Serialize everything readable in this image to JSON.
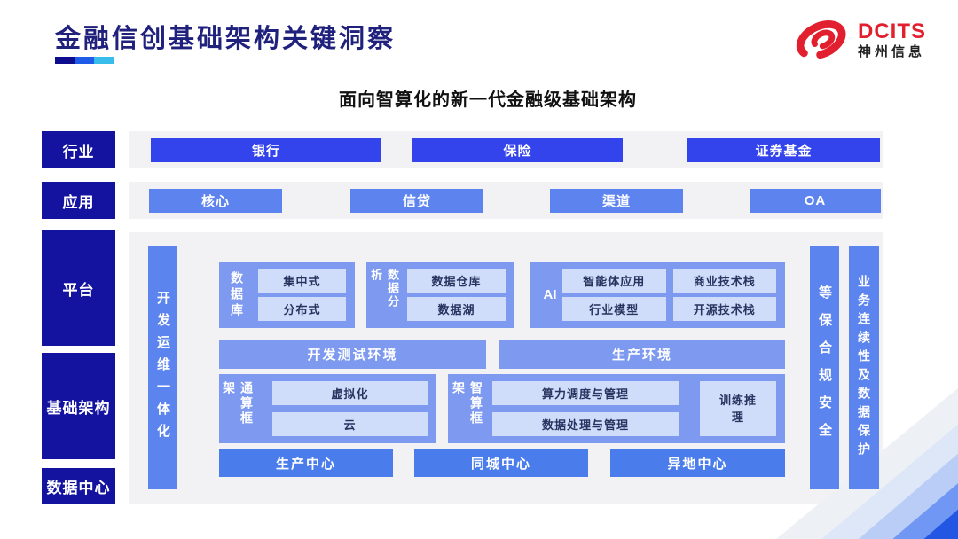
{
  "slide": {
    "title": "金融信创基础架构关键洞察",
    "subtitle": "面向智算化的新一代金融级基础架构"
  },
  "logo": {
    "brand": "DCITS",
    "company": "神州信息"
  },
  "colors": {
    "title_navy": "#20207d",
    "label_navy": "#1313a0",
    "industry_blue": "#3444ec",
    "application_blue": "#5c83ee",
    "group_blue": "#7d99f0",
    "center_blue": "#4a7cec",
    "item_light_blue": "#cfddfa",
    "brand_red": "#e11f2e",
    "underline": [
      "#0d0d8e",
      "#1e5be8",
      "#38bdea"
    ]
  },
  "diagram": {
    "row_labels": [
      "行业",
      "应用",
      "平台",
      "基础架构",
      "数据中心"
    ],
    "industry": {
      "items": [
        "银行",
        "保险",
        "证券基金"
      ]
    },
    "application": {
      "items": [
        "核心",
        "信贷",
        "渠道",
        "OA"
      ]
    },
    "platform": {
      "left_bar": "开发运维一体化",
      "groups": [
        {
          "label": "数据库",
          "items": [
            "集中式",
            "分布式"
          ]
        },
        {
          "label": "数据分析",
          "items": [
            "数据仓库",
            "数据湖"
          ]
        },
        {
          "label": "AI",
          "items": [
            "智能体应用",
            "商业技术栈",
            "行业模型",
            "开源技术栈"
          ]
        }
      ],
      "environments": [
        "开发测试环境",
        "生产环境"
      ],
      "frameworks": [
        {
          "label": "通算框架",
          "items": [
            "虚拟化",
            "云"
          ]
        },
        {
          "label": "智算框架",
          "items": [
            "算力调度与管理",
            "数据处理与管理"
          ],
          "side_item": "训练推理"
        }
      ],
      "centers": [
        "生产中心",
        "同城中心",
        "异地中心"
      ],
      "right_bars": [
        "等保合规安全",
        "业务连续性及数据保护"
      ]
    }
  }
}
